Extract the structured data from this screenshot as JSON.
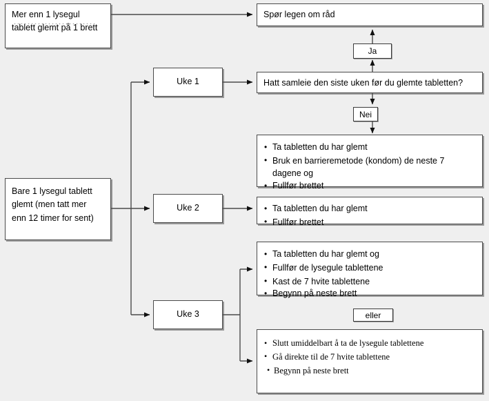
{
  "diagram": {
    "title": "Glemt p-pille flytskjema",
    "background_color": "#efefef",
    "box_fill": "#ffffff",
    "border_color": "#4a4a4a"
  },
  "nodes": {
    "missed_more_than_one": {
      "line1": "Mer enn 1 lysegul",
      "line2": "tablett glemt på 1 brett"
    },
    "ask_doctor": "Spør legen om råd",
    "missed_one": {
      "line1": "Bare 1 lysegul tablett",
      "line2": "glemt (men tatt mer",
      "line3": "enn 12 timer for sent)"
    },
    "week1": "Uke 1",
    "week2": "Uke 2",
    "week3": "Uke 3",
    "question_intercourse": "Hatt samleie den siste uken før du glemte tabletten?"
  },
  "labels": {
    "yes": "Ja",
    "no": "Nei",
    "or": "eller"
  },
  "actions": {
    "week1_no": {
      "items": [
        "Ta tabletten du har glemt",
        "Bruk en barrieremetode (kondom) de neste 7",
        "Fullfør brettet"
      ],
      "continuation": "dagene og"
    },
    "week2": {
      "items": [
        "Ta tabletten du har glemt",
        "Fullfør brettet"
      ]
    },
    "week3_option_a": {
      "items": [
        "Ta tabletten du har glemt og",
        "Fullfør de lysegule tablettene",
        "Kast de 7 hvite tablettene",
        "Begynn på neste brett"
      ]
    },
    "week3_option_b": {
      "items": [
        "Slutt umiddelbart å ta de lysegule tablettene",
        "Gå direkte til de 7 hvite tablettene",
        "Begynn på neste brett"
      ]
    }
  }
}
